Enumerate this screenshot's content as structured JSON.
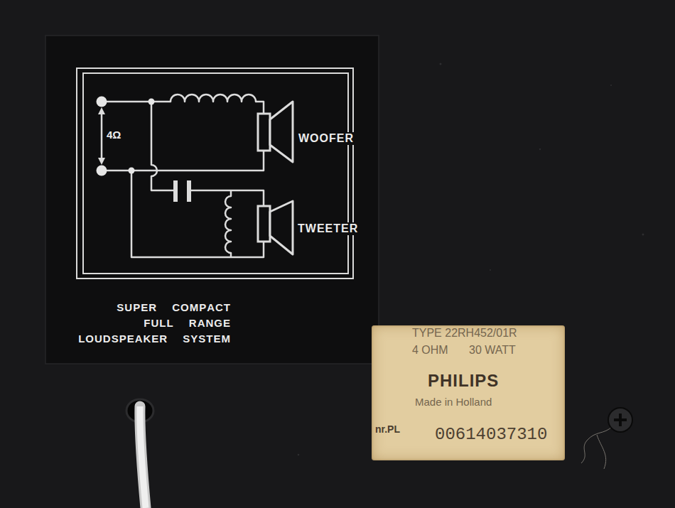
{
  "diagram": {
    "nodes": [
      {
        "text": [
          "SUPER COMPACT FULL RANGE LOUDSPEAKER SYSTEM"
        ]
      },
      {
        "text": [
          "TYPE 22RH452/01R",
          "4 OHM",
          "30 WATT",
          "PHILIPS",
          "Made in Holland",
          "nr.PL",
          "00614037310"
        ]
      }
    ],
    "labels": [
      "4Ω",
      "WOOFER",
      "TWEETER"
    ]
  }
}
